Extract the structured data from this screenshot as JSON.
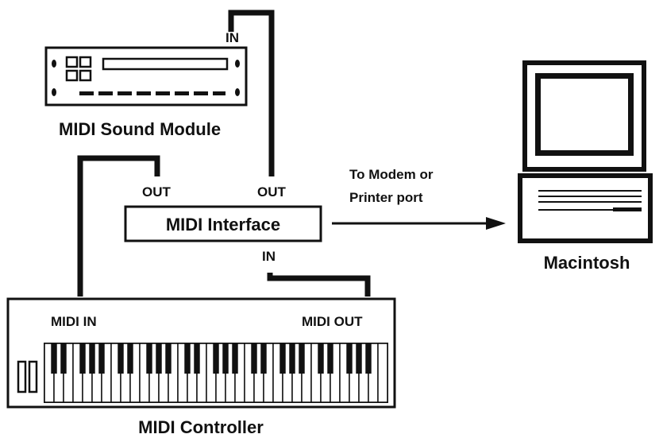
{
  "devices": {
    "sound_module": {
      "label": "MIDI Sound Module"
    },
    "interface": {
      "label": "MIDI Interface"
    },
    "computer": {
      "label": "Macintosh"
    },
    "controller": {
      "label": "MIDI Controller"
    }
  },
  "ports": {
    "sound_module_in": "IN",
    "interface_out_left": "OUT",
    "interface_out_right": "OUT",
    "interface_in": "IN",
    "controller_midi_in": "MIDI IN",
    "controller_midi_out": "MIDI OUT"
  },
  "connection": {
    "line1": "To Modem or",
    "line2": "Printer port"
  },
  "colors": {
    "ink": "#111111",
    "background": "#ffffff"
  }
}
